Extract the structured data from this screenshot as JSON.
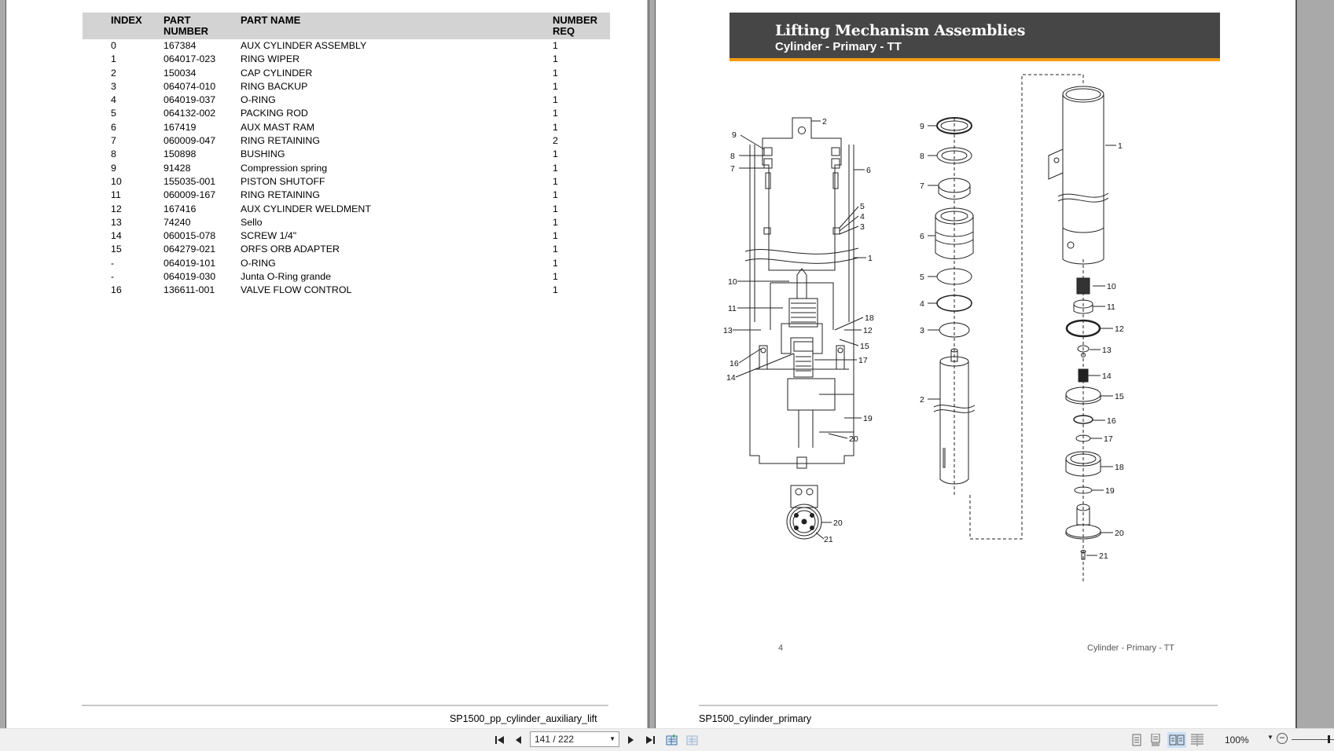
{
  "viewer": {
    "left_page": {
      "table": {
        "headers": {
          "index": "INDEX",
          "part_number_line1": "PART",
          "part_number_line2": "NUMBER",
          "part_name": "PART NAME",
          "number_req_line1": "NUMBER",
          "number_req_line2": "REQ"
        },
        "rows": [
          {
            "index": "0",
            "part_number": "167384",
            "part_name": "AUX CYLINDER ASSEMBLY",
            "number_req": "1"
          },
          {
            "index": "1",
            "part_number": "064017-023",
            "part_name": "RING WIPER",
            "number_req": "1"
          },
          {
            "index": "2",
            "part_number": "150034",
            "part_name": "CAP CYLINDER",
            "number_req": "1"
          },
          {
            "index": "3",
            "part_number": "064074-010",
            "part_name": "RING BACKUP",
            "number_req": "1"
          },
          {
            "index": "4",
            "part_number": "064019-037",
            "part_name": "O-RING",
            "number_req": "1"
          },
          {
            "index": "5",
            "part_number": "064132-002",
            "part_name": "PACKING ROD",
            "number_req": "1"
          },
          {
            "index": "6",
            "part_number": "167419",
            "part_name": "AUX MAST RAM",
            "number_req": "1"
          },
          {
            "index": "7",
            "part_number": "060009-047",
            "part_name": "RING RETAINING",
            "number_req": "2"
          },
          {
            "index": "8",
            "part_number": "150898",
            "part_name": "BUSHING",
            "number_req": "1"
          },
          {
            "index": "9",
            "part_number": "91428",
            "part_name": "Compression spring",
            "number_req": "1"
          },
          {
            "index": "10",
            "part_number": "155035-001",
            "part_name": "PISTON SHUTOFF",
            "number_req": "1"
          },
          {
            "index": "11",
            "part_number": "060009-167",
            "part_name": "RING RETAINING",
            "number_req": "1"
          },
          {
            "index": "12",
            "part_number": "167416",
            "part_name": "AUX CYLINDER WELDMENT",
            "number_req": "1"
          },
          {
            "index": "13",
            "part_number": "74240",
            "part_name": "Sello",
            "number_req": "1"
          },
          {
            "index": "14",
            "part_number": "060015-078",
            "part_name": "SCREW 1/4\"",
            "number_req": "1"
          },
          {
            "index": "15",
            "part_number": "064279-021",
            "part_name": "ORFS ORB ADAPTER",
            "number_req": "1"
          },
          {
            "index": "-",
            "part_number": "064019-101",
            "part_name": "O-RING",
            "number_req": "1"
          },
          {
            "index": "-",
            "part_number": "064019-030",
            "part_name": "Junta O-Ring grande",
            "number_req": "1"
          },
          {
            "index": "16",
            "part_number": "136611-001",
            "part_name": "VALVE FLOW CONTROL",
            "number_req": "1"
          }
        ]
      },
      "footer_label": "SP1500_pp_cylinder_auxiliary_lift"
    },
    "right_page": {
      "banner_title": "Lifting Mechanism Assemblies",
      "banner_subtitle": "Cylinder - Primary - TT",
      "accent_color": "#f39c12",
      "banner_color": "#464646",
      "diagram": {
        "section_view_callouts": [
          "2",
          "9",
          "8",
          "7",
          "6",
          "5",
          "4",
          "3",
          "1",
          "10",
          "11",
          "18",
          "13",
          "12",
          "15",
          "16",
          "17",
          "14",
          "19",
          "20"
        ],
        "end_view_callouts": [
          "20",
          "21"
        ],
        "exploded_rod_callouts": [
          "9",
          "8",
          "7",
          "6",
          "5",
          "4",
          "3",
          "2"
        ],
        "exploded_barrel_callouts": [
          "1",
          "10",
          "11",
          "12",
          "13",
          "14",
          "15",
          "16",
          "17",
          "18",
          "19",
          "20",
          "21"
        ]
      },
      "page_number": "4",
      "page_section": "Cylinder - Primary - TT",
      "footer_label": "SP1500_cylinder_primary"
    }
  },
  "toolbar": {
    "first_page_icon": "first-page-icon",
    "prev_page_icon": "prev-page-icon",
    "page_indicator": "141 / 222",
    "next_page_icon": "next-page-icon",
    "last_page_icon": "last-page-icon",
    "zoom_level": "100%",
    "view_modes": [
      "single-page",
      "continuous",
      "two-page",
      "two-page-continuous"
    ],
    "active_view_mode": "two-page"
  }
}
